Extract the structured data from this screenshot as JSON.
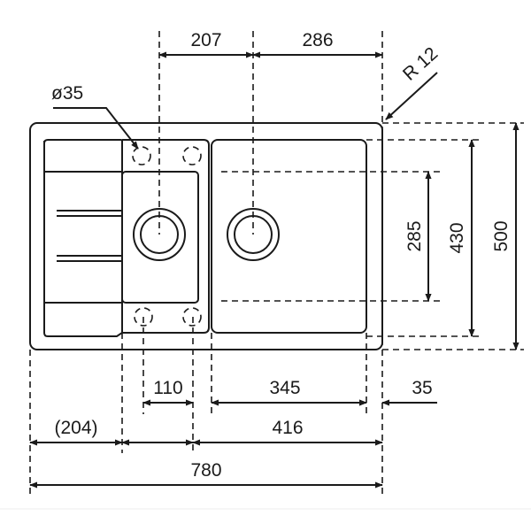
{
  "title": "Sink technical drawing",
  "colors": {
    "ink": "#1a1a1a",
    "background": "#ffffff"
  },
  "dimensions": {
    "top_left_span": "207",
    "top_right_span": "286",
    "hole_diameter": "ø35",
    "corner_radius": "R 12",
    "bowl_depth_inner": "285",
    "bowl_height": "430",
    "overall_height": "500",
    "tap_hole_spacing": "110",
    "main_bowl_width": "345",
    "rim_width": "35",
    "drainer_width": "(204)",
    "bowls_width": "416",
    "overall_width": "780"
  }
}
